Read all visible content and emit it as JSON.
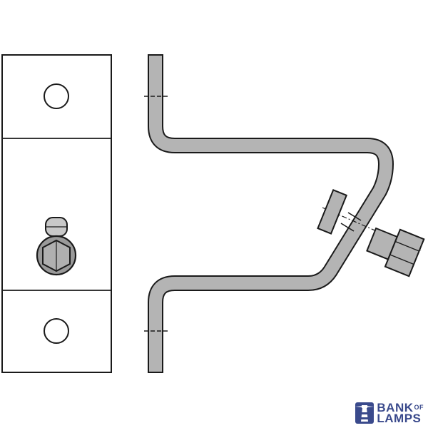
{
  "colors": {
    "stroke": "#1a1a1a",
    "metal_fill": "#b4b4b4",
    "plate_fill": "#ffffff",
    "bolt_fill": "#a6a6a6",
    "brand": "#3a4a8c"
  },
  "diagram": {
    "front_view": "mounting-plate-front-view",
    "side_view": "z-bracket-side-view",
    "hardware": [
      "hex-bolt",
      "square-nut"
    ]
  },
  "logo": {
    "icon": "lighthouse-icon",
    "line1": "BANK",
    "of": "OF",
    "line2": "LAMPS"
  }
}
